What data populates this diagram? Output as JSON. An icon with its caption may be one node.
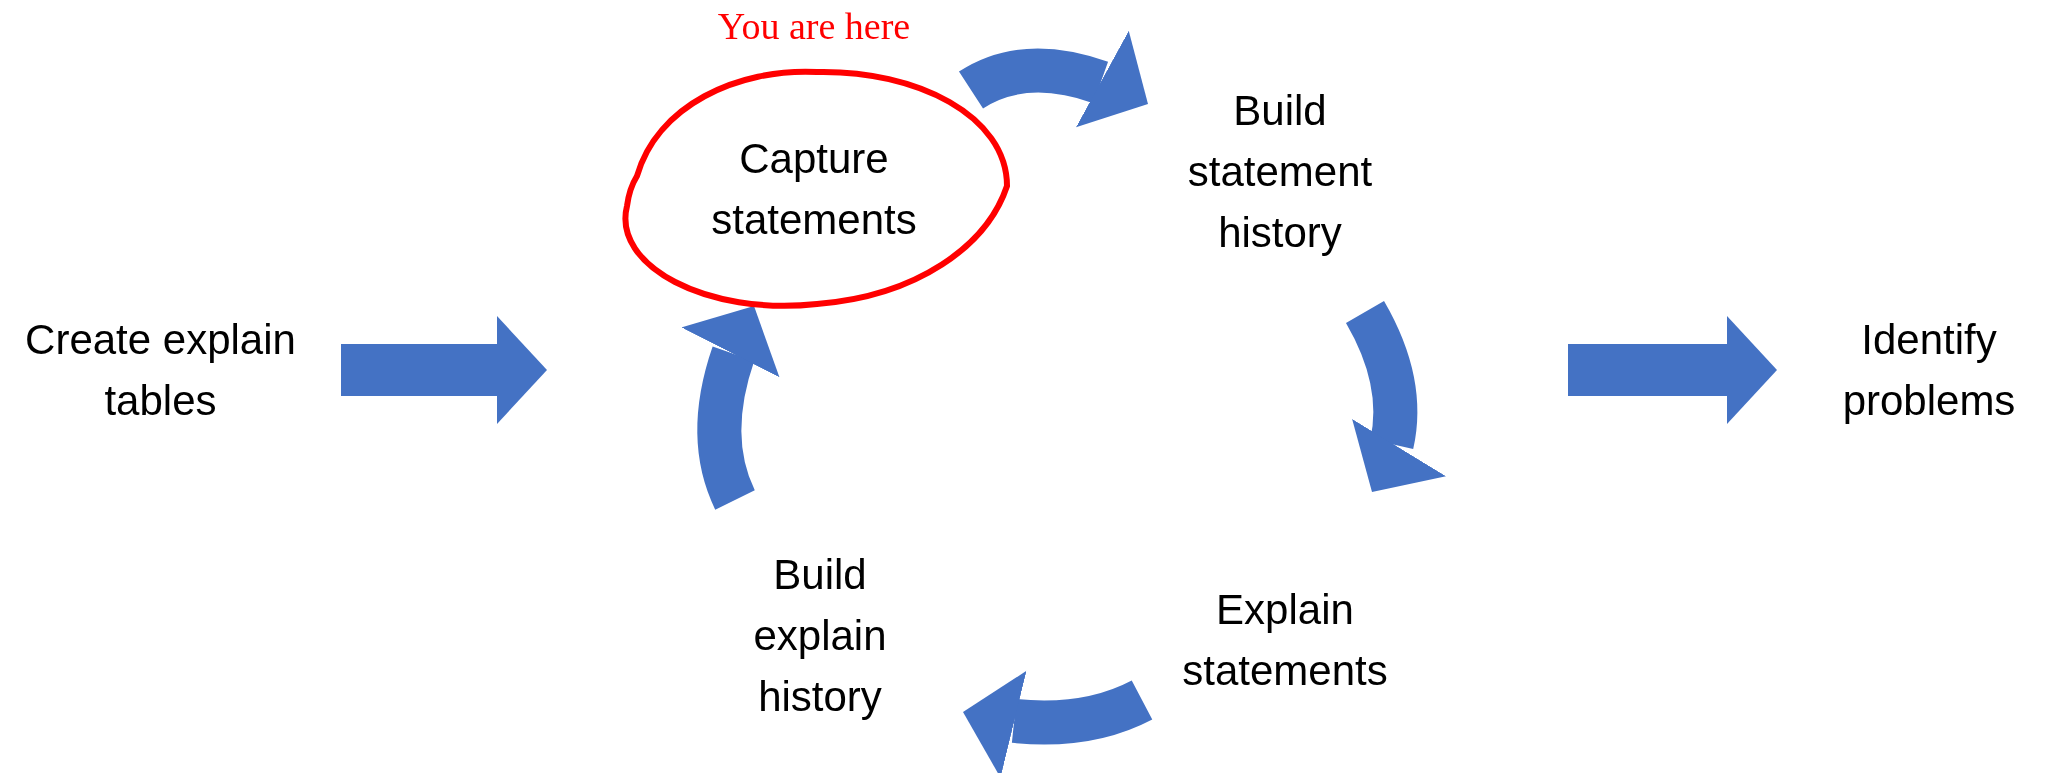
{
  "diagram": {
    "nodes": [
      {
        "text": [
          "Create explain tables"
        ]
      },
      {
        "text": [
          "Capture statements"
        ],
        "beside": [
          "You are here"
        ]
      },
      {
        "text": [
          "Build statement history"
        ]
      },
      {
        "text": [
          "Explain statements"
        ]
      },
      {
        "text": [
          "Build explain history"
        ]
      },
      {
        "text": [
          "Identify problems"
        ]
      }
    ],
    "edges": [
      {
        "from": 0,
        "to": 1,
        "arrow": "to"
      },
      {
        "from": 1,
        "to": 2,
        "arrow": "to"
      },
      {
        "from": 2,
        "to": 3,
        "arrow": "to"
      },
      {
        "from": 3,
        "to": 4,
        "arrow": "to"
      },
      {
        "from": 4,
        "to": 1,
        "arrow": "to"
      },
      {
        "from": null,
        "to": 5,
        "arrow": "to"
      }
    ]
  }
}
